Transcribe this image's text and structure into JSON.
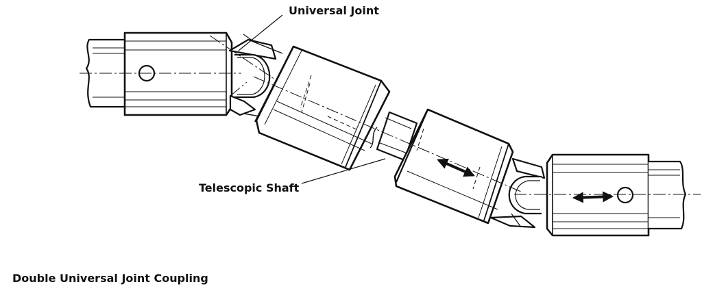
{
  "labels": {
    "universal_joint": "Universal Joint",
    "telescopic_shaft": "Telescopic Shaft"
  },
  "caption": "Double Universal Joint Coupling"
}
